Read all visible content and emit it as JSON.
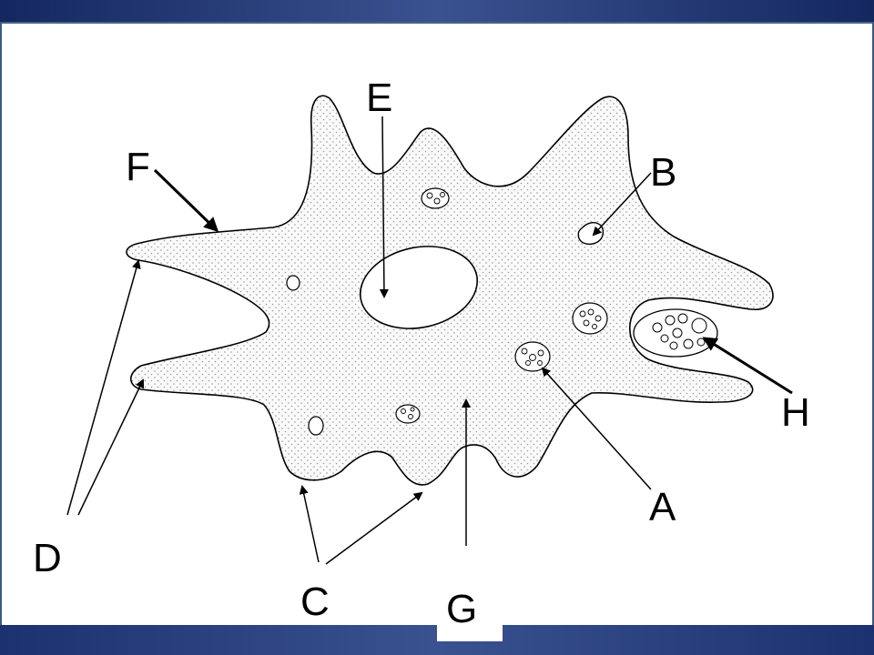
{
  "labels": {
    "A": "A",
    "B": "B",
    "C": "C",
    "D": "D",
    "E": "E",
    "F": "F",
    "G": "G",
    "H": "H"
  },
  "colors": {
    "frame": "#2f4a88",
    "cytoplasm_dots": "#9a9a9a"
  }
}
